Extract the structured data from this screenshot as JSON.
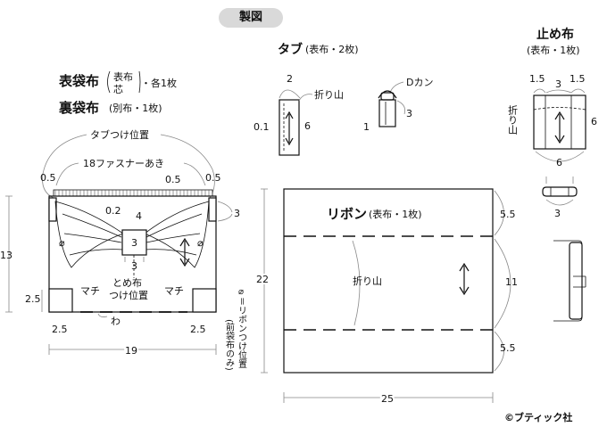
{
  "badge": "製図",
  "bag": {
    "title1": "表袋布",
    "paren1a": "表布",
    "paren1b": "芯",
    "count1": "・各1枚",
    "title2": "裏袋布",
    "detail2": "(別布・1枚)",
    "tab_pos": "タブつけ位置",
    "zipper": "18ファスナーあき",
    "machi": "マチ",
    "wa": "わ",
    "tomenuno_pos_1": "とめ布",
    "tomenuno_pos_2": "つけ位置",
    "phi": "⌀",
    "ribbon_note": "⌀＝リボンつけ位置",
    "ribbon_note2": "(前袋布のみ)",
    "d_05a": "0.5",
    "d_05b": "0.5",
    "d_05c": "0.5",
    "d_02": "0.2",
    "d_4": "4",
    "d_3a": "3",
    "d_3b": "3",
    "d_3c": "3",
    "d_13": "13",
    "d_25a": "2.5",
    "d_25b": "2.5",
    "d_25c": "2.5",
    "d_19": "19"
  },
  "tab": {
    "title": "タブ",
    "detail": "(表布・2枚)",
    "fold": "折り山",
    "dkan": "Dカン",
    "d_2": "2",
    "d_01": "0.1",
    "d_6": "6",
    "d_1": "1",
    "d_3": "3"
  },
  "ribbon": {
    "title": "リボン",
    "detail": "(表布・1枚)",
    "fold": "折り山",
    "d_22": "22",
    "d_55a": "5.5",
    "d_11": "11",
    "d_55b": "5.5",
    "d_25": "25"
  },
  "stopper": {
    "title": "止め布",
    "detail": "(表布・1枚)",
    "fold": "折り山",
    "d_15a": "1.5",
    "d_3": "3",
    "d_15b": "1.5",
    "d_6v": "6",
    "d_6h": "6",
    "d_3b": "3"
  },
  "copyright": "©ブティック社"
}
